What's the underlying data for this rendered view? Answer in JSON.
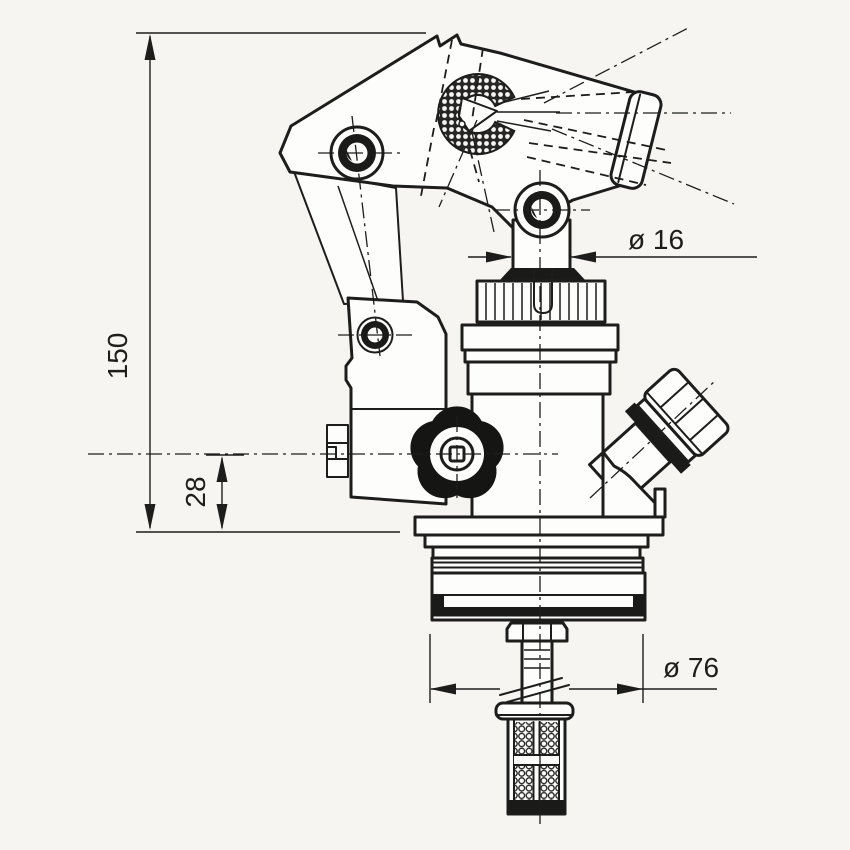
{
  "drawing": {
    "labels": {
      "overall_height": "150",
      "inlet_axis_height": "28",
      "stem_diameter": "ø 16",
      "body_diameter": "ø 76"
    },
    "colors": {
      "ink": "#1d1d1b",
      "paper": "#f6f5f2",
      "dark_fill": "#1a1a18"
    }
  }
}
